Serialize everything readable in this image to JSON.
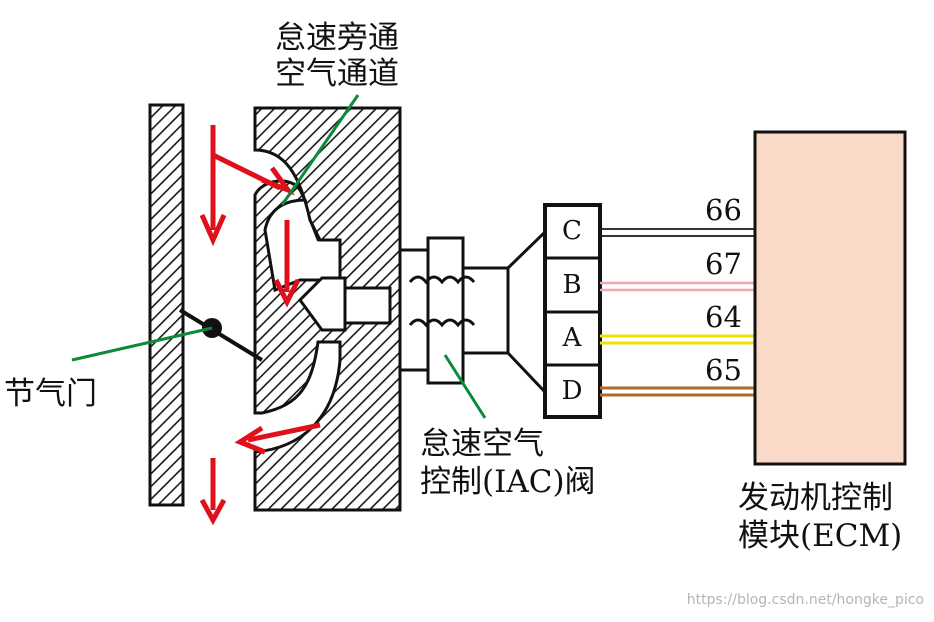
{
  "labels": {
    "bypass_line1": "怠速旁通",
    "bypass_line2": "空气通道",
    "throttle": "节气门",
    "iac_line1": "怠速空气",
    "iac_line2": "控制(IAC)阀",
    "ecm_line1": "发动机控制",
    "ecm_line2": "模块(ECM)"
  },
  "connector_pins": [
    {
      "letter": "C",
      "wire_number": "66",
      "wire_color": "#1a1a1a"
    },
    {
      "letter": "B",
      "wire_number": "67",
      "wire_color": "#f0a8b0"
    },
    {
      "letter": "A",
      "wire_number": "64",
      "wire_color": "#f2e000"
    },
    {
      "letter": "D",
      "wire_number": "65",
      "wire_color": "#b06a2a"
    }
  ],
  "colors": {
    "airflow_arrow": "#e0101a",
    "leader_line": "#0a8a3a",
    "ecm_fill": "#f9d9c7",
    "hatch": "#1a1a1a"
  },
  "watermark": "https://blog.csdn.net/hongke_pico"
}
